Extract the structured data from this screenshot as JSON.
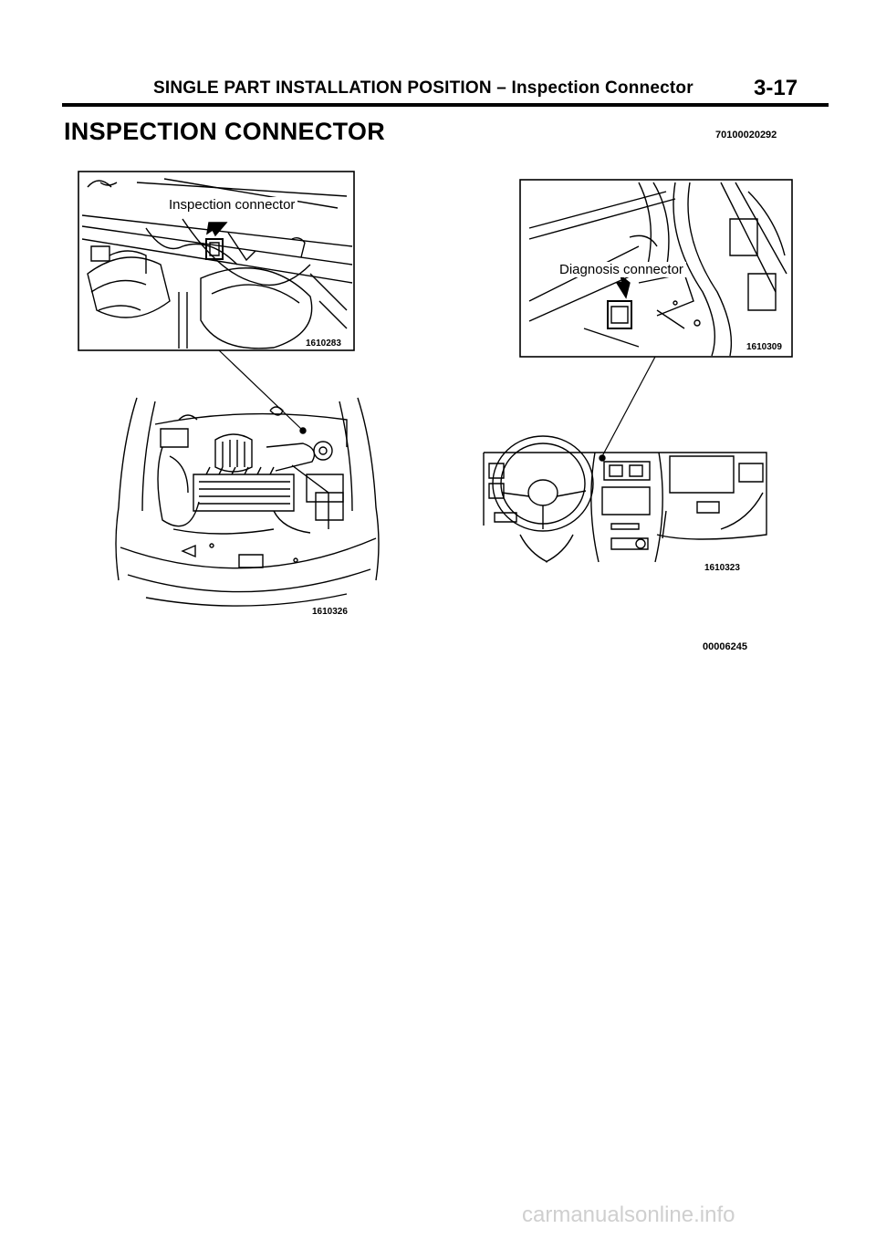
{
  "header": {
    "section": "SINGLE PART INSTALLATION POSITION",
    "separator": "–",
    "subsection": "Inspection Connector",
    "page_number": "3-17"
  },
  "title": "INSPECTION CONNECTOR",
  "doc_code": "70100020292",
  "figures": {
    "inspection_closeup": {
      "callout": "Inspection connector",
      "code": "1610283"
    },
    "engine_bay": {
      "code": "1610326"
    },
    "diagnosis_closeup": {
      "callout": "Diagnosis connector",
      "code": "1610309"
    },
    "dashboard": {
      "code": "1610323"
    }
  },
  "footer_code": "00006245",
  "watermark": "carmanualsonline.info"
}
